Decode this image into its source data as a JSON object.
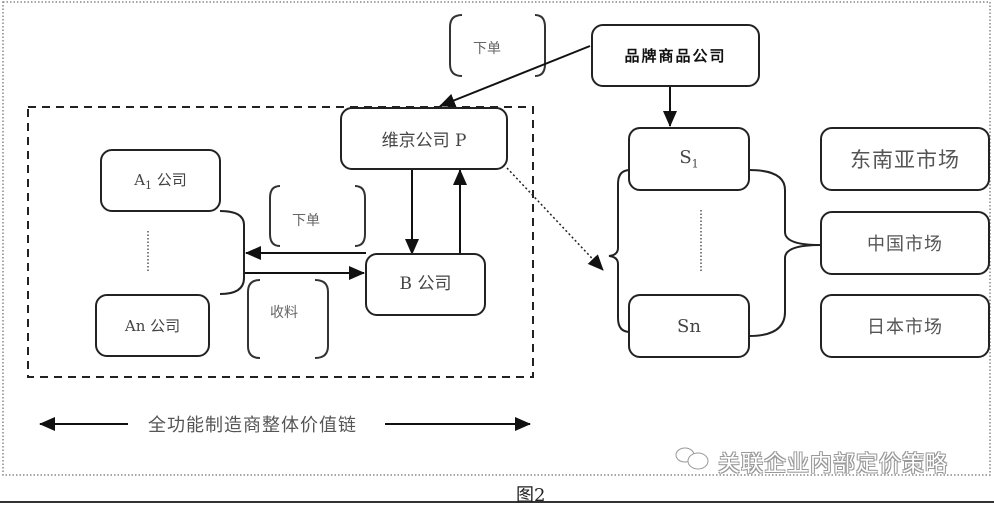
{
  "figure": {
    "caption": "图2",
    "watermark": "关联企业内部定价策略",
    "watermark_icon": "wechat-icon"
  },
  "nodes": {
    "brand_company": "品牌商品公司",
    "weijing_p": "维京公司 P",
    "a1_prefix": "A",
    "a1_sub": "1",
    "a1_suffix": " 公司",
    "an": "An 公司",
    "b_company": "B 公司",
    "s1_prefix": "S",
    "s1_sub": "1",
    "sn": "Sn"
  },
  "markets": [
    {
      "label": "东南亚市场"
    },
    {
      "label": "中国市场"
    },
    {
      "label": "日本市场"
    }
  ],
  "annotations": {
    "order_top": "下单",
    "order_mid": "下单",
    "receive": "收料"
  },
  "value_chain": {
    "label": "全功能制造商整体价值链"
  }
}
